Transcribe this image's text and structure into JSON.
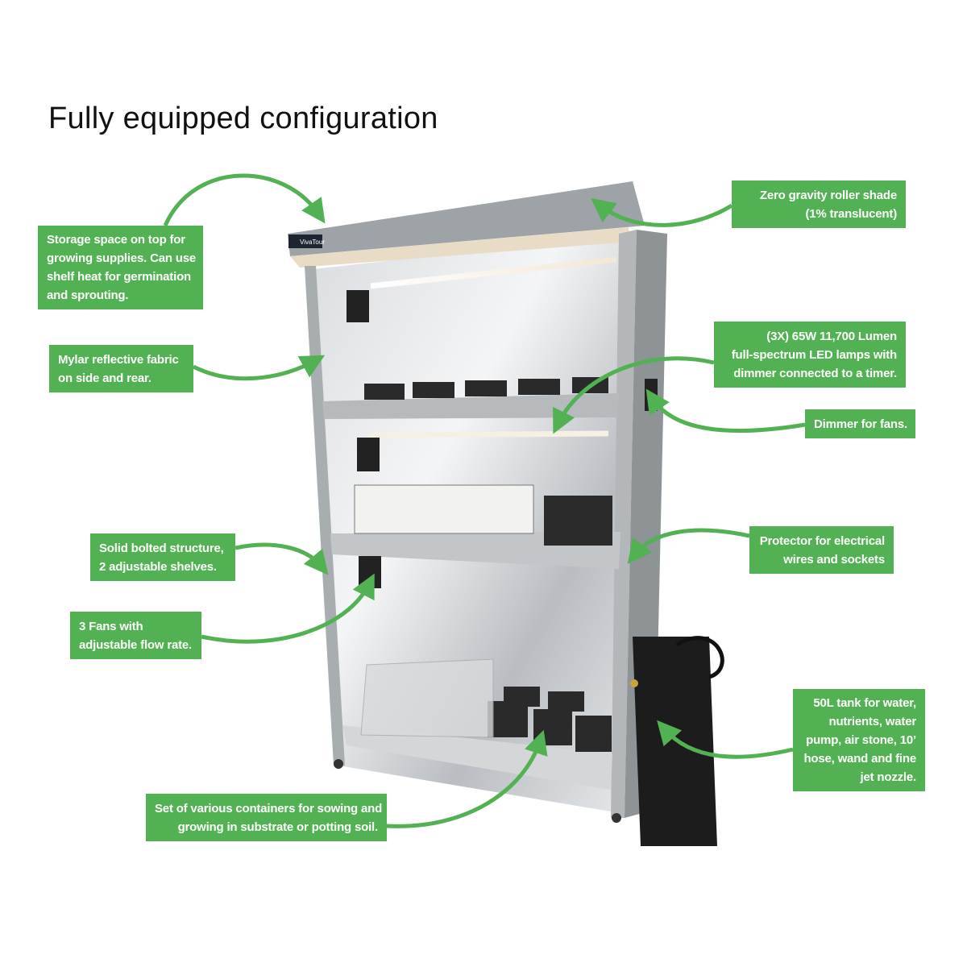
{
  "title": "Fully equipped configuration",
  "brand": "VivaTour",
  "colors": {
    "accent": "#52b152",
    "frame": "#a8adb0",
    "tank": "#1c1c1c"
  },
  "callouts": {
    "storage": [
      "Storage space on top for",
      "growing supplies. Can use",
      "shelf heat for germination",
      "and sprouting."
    ],
    "mylar": [
      "Mylar reflective fabric",
      "on side and rear."
    ],
    "structure": [
      "Solid bolted structure,",
      "2 adjustable shelves."
    ],
    "fans": [
      "3 Fans with",
      "adjustable flow rate."
    ],
    "containers": [
      "Set of various containers for sowing and",
      "growing in substrate or potting soil."
    ],
    "shade": [
      "Zero gravity roller shade",
      "(1% translucent)"
    ],
    "led": [
      "(3X) 65W 11,700 Lumen",
      "full-spectrum LED lamps with",
      "dimmer connected to a timer."
    ],
    "dimmer": [
      "Dimmer for fans."
    ],
    "protector": [
      "Protector for electrical",
      "wires and sockets"
    ],
    "tank": [
      "50L tank for water,",
      "nutrients, water",
      "pump, air stone, 10’",
      "hose, wand and fine",
      "jet nozzle."
    ]
  }
}
